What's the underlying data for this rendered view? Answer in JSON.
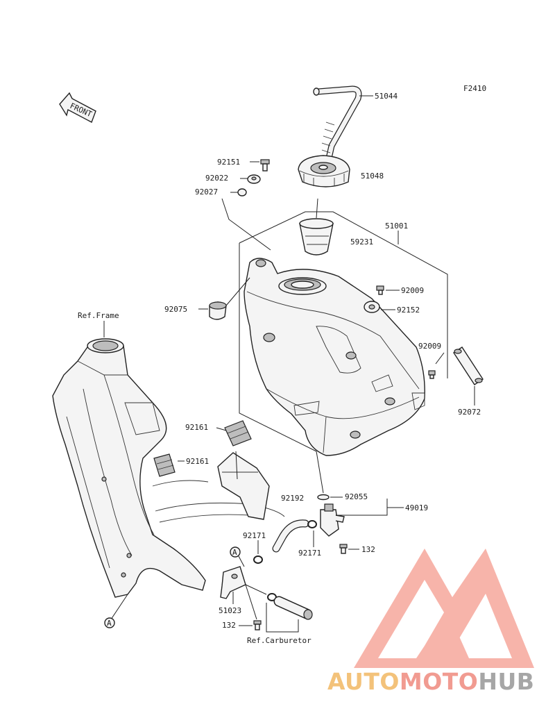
{
  "figure_code": "F2410",
  "front_label": "FRONT",
  "ref_frame": "Ref.Frame",
  "ref_carburetor": "Ref.Carburetor",
  "marker_a": "A",
  "parts": {
    "p51044": "51044",
    "p51048": "51048",
    "p92151": "92151",
    "p92022": "92022",
    "p92027": "92027",
    "p51001": "51001",
    "p59231": "59231",
    "p92009a": "92009",
    "p92152": "92152",
    "p92075": "92075",
    "p92009b": "92009",
    "p92072": "92072",
    "p92161a": "92161",
    "p92161b": "92161",
    "p92192": "92192",
    "p92055": "92055",
    "p49019": "49019",
    "p92171a": "92171",
    "p92171b": "92171",
    "p132a": "132",
    "p51023": "51023",
    "p132b": "132"
  },
  "watermark": {
    "part1": "AUTO",
    "part2": "MOTO",
    "part3": "HUB",
    "colors": {
      "auto": "#f3c27a",
      "moto": "#f19b91",
      "hub": "#a6a6a6",
      "triangle": "#f08a80"
    }
  }
}
